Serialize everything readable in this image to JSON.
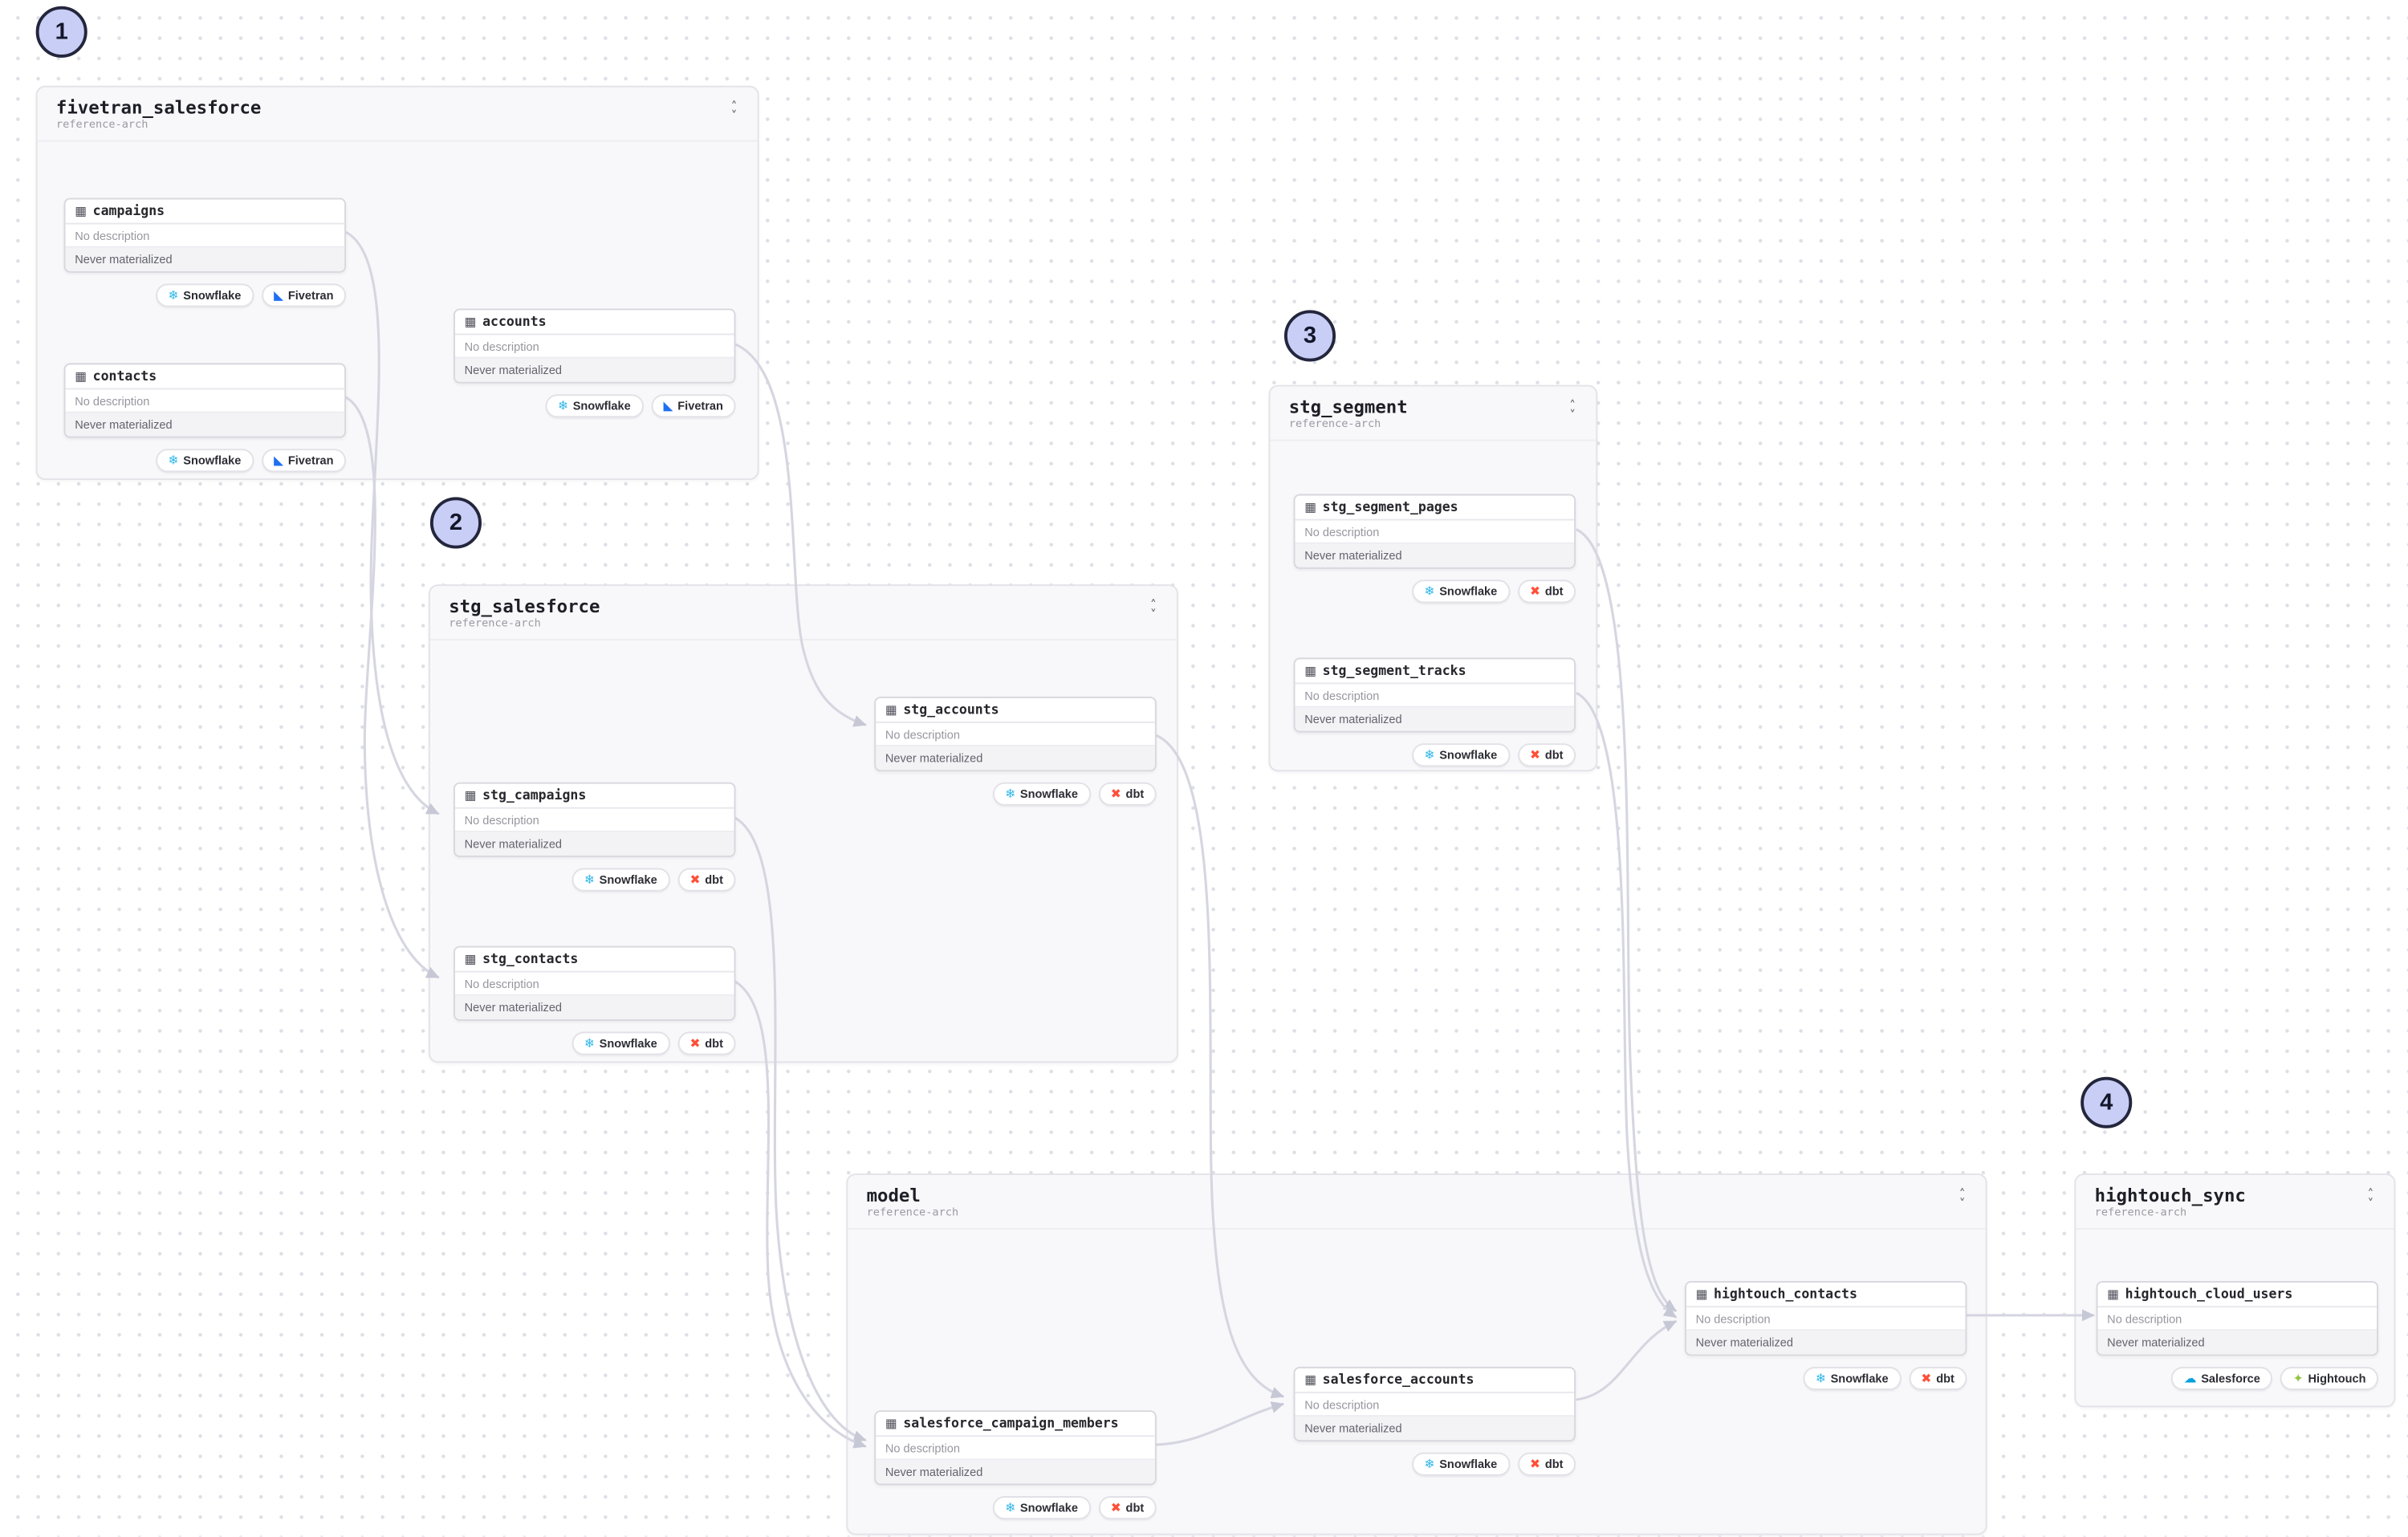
{
  "markers": [
    {
      "label": "1"
    },
    {
      "label": "2"
    },
    {
      "label": "3"
    },
    {
      "label": "4"
    }
  ],
  "groups": [
    {
      "title": "fivetran_salesforce",
      "subtitle": "reference-arch",
      "nodes": [
        {
          "title": "campaigns",
          "description": "No description",
          "materialization": "Never materialized",
          "badges": [
            {
              "icon": "snowflake",
              "label": "Snowflake"
            },
            {
              "icon": "fivetran",
              "label": "Fivetran"
            }
          ]
        },
        {
          "title": "contacts",
          "description": "No description",
          "materialization": "Never materialized",
          "badges": [
            {
              "icon": "snowflake",
              "label": "Snowflake"
            },
            {
              "icon": "fivetran",
              "label": "Fivetran"
            }
          ]
        },
        {
          "title": "accounts",
          "description": "No description",
          "materialization": "Never materialized",
          "badges": [
            {
              "icon": "snowflake",
              "label": "Snowflake"
            },
            {
              "icon": "fivetran",
              "label": "Fivetran"
            }
          ]
        }
      ]
    },
    {
      "title": "stg_salesforce",
      "subtitle": "reference-arch",
      "nodes": [
        {
          "title": "stg_accounts",
          "description": "No description",
          "materialization": "Never materialized",
          "badges": [
            {
              "icon": "snowflake",
              "label": "Snowflake"
            },
            {
              "icon": "dbt",
              "label": "dbt"
            }
          ]
        },
        {
          "title": "stg_campaigns",
          "description": "No description",
          "materialization": "Never materialized",
          "badges": [
            {
              "icon": "snowflake",
              "label": "Snowflake"
            },
            {
              "icon": "dbt",
              "label": "dbt"
            }
          ]
        },
        {
          "title": "stg_contacts",
          "description": "No description",
          "materialization": "Never materialized",
          "badges": [
            {
              "icon": "snowflake",
              "label": "Snowflake"
            },
            {
              "icon": "dbt",
              "label": "dbt"
            }
          ]
        }
      ]
    },
    {
      "title": "stg_segment",
      "subtitle": "reference-arch",
      "nodes": [
        {
          "title": "stg_segment_pages",
          "description": "No description",
          "materialization": "Never materialized",
          "badges": [
            {
              "icon": "snowflake",
              "label": "Snowflake"
            },
            {
              "icon": "dbt",
              "label": "dbt"
            }
          ]
        },
        {
          "title": "stg_segment_tracks",
          "description": "No description",
          "materialization": "Never materialized",
          "badges": [
            {
              "icon": "snowflake",
              "label": "Snowflake"
            },
            {
              "icon": "dbt",
              "label": "dbt"
            }
          ]
        }
      ]
    },
    {
      "title": "model",
      "subtitle": "reference-arch",
      "nodes": [
        {
          "title": "salesforce_campaign_members",
          "description": "No description",
          "materialization": "Never materialized",
          "badges": [
            {
              "icon": "snowflake",
              "label": "Snowflake"
            },
            {
              "icon": "dbt",
              "label": "dbt"
            }
          ]
        },
        {
          "title": "salesforce_accounts",
          "description": "No description",
          "materialization": "Never materialized",
          "badges": [
            {
              "icon": "snowflake",
              "label": "Snowflake"
            },
            {
              "icon": "dbt",
              "label": "dbt"
            }
          ]
        },
        {
          "title": "hightouch_contacts",
          "description": "No description",
          "materialization": "Never materialized",
          "badges": [
            {
              "icon": "snowflake",
              "label": "Snowflake"
            },
            {
              "icon": "dbt",
              "label": "dbt"
            }
          ]
        }
      ]
    },
    {
      "title": "hightouch_sync",
      "subtitle": "reference-arch",
      "nodes": [
        {
          "title": "hightouch_cloud_users",
          "description": "No description",
          "materialization": "Never materialized",
          "badges": [
            {
              "icon": "salesforce",
              "label": "Salesforce"
            },
            {
              "icon": "hightouch",
              "label": "Hightouch"
            }
          ]
        }
      ]
    }
  ],
  "edges": [
    {
      "source": "campaigns",
      "target": "stg_campaigns"
    },
    {
      "source": "contacts",
      "target": "stg_contacts"
    },
    {
      "source": "accounts",
      "target": "stg_accounts"
    },
    {
      "source": "stg_campaigns",
      "target": "salesforce_campaign_members"
    },
    {
      "source": "stg_contacts",
      "target": "salesforce_campaign_members"
    },
    {
      "source": "stg_accounts",
      "target": "salesforce_accounts"
    },
    {
      "source": "salesforce_campaign_members",
      "target": "salesforce_accounts"
    },
    {
      "source": "stg_segment_pages",
      "target": "hightouch_contacts"
    },
    {
      "source": "stg_segment_tracks",
      "target": "hightouch_contacts"
    },
    {
      "source": "salesforce_accounts",
      "target": "hightouch_contacts"
    },
    {
      "source": "hightouch_contacts",
      "target": "hightouch_cloud_users"
    }
  ],
  "colors": {
    "marker_fill": "#c9cef6",
    "marker_border": "#23263c",
    "edge": "#d6d6e1",
    "snowflake": "#2bb5e8",
    "fivetran": "#1f6ff2",
    "dbt": "#ff4f38",
    "salesforce": "#00a1e0",
    "hightouch": "#93c43f"
  }
}
